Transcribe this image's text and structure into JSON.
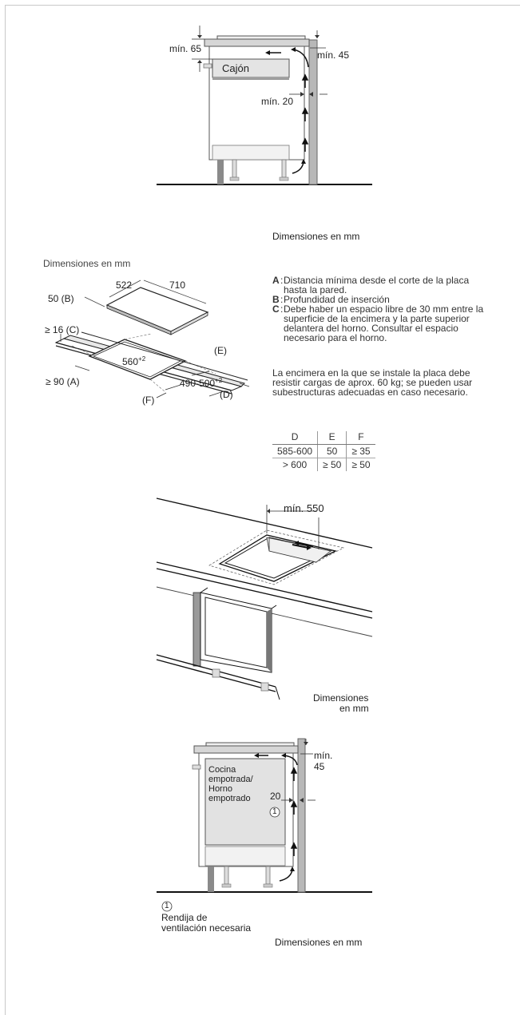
{
  "figure1": {
    "label_min65": "mín. 65",
    "label_min45": "mín. 45",
    "label_cajon": "Cajón",
    "label_min20": "mín. 20"
  },
  "caption_dims_1": "Dimensiones en mm",
  "figure2": {
    "heading": "Dimensiones en mm",
    "dim_522": "522",
    "dim_710": "710",
    "label_50B": "50 (B)",
    "label_16C": "≥ 16 (C)",
    "label_560": "560+2",
    "label_E": "(E)",
    "label_490": "490-500+2",
    "label_90A": "≥ 90 (A)",
    "label_F": "(F)",
    "label_D": "(D)"
  },
  "legend": [
    {
      "key": "A",
      "text": "Distancia mínima desde el corte de la placa hasta la pared."
    },
    {
      "key": "B",
      "text": "Profundidad de inserción"
    },
    {
      "key": "C",
      "text": "Debe haber un espacio libre de 30 mm entre la superficie de la encimera y la parte superior delantera del horno. Consultar el espacio necesario para el horno."
    }
  ],
  "note": "La encimera en la que se instale la placa debe resistir cargas de aprox. 60 kg; se pueden usar subestructuras adecuadas en caso necesario.",
  "table": {
    "headers": [
      "D",
      "E",
      "F"
    ],
    "rows": [
      [
        "585-600",
        "50",
        "≥ 35"
      ],
      [
        "> 600",
        "≥ 50",
        "≥ 50"
      ]
    ]
  },
  "figure3": {
    "label_min550": "mín. 550",
    "caption_line1": "Dimensiones",
    "caption_line2": "en mm"
  },
  "figure4": {
    "label_min": "mín.",
    "label_45": "45",
    "label_oven_l1": "Cocina",
    "label_oven_l2": "empotrada/",
    "label_oven_l3": "Horno",
    "label_oven_l4": "empotrado",
    "label_20": "20",
    "callout_num": "1",
    "footnote_num": "1",
    "footnote_l1": "Rendija de",
    "footnote_l2": "ventilación necesaria",
    "caption": "Dimensiones en mm"
  }
}
